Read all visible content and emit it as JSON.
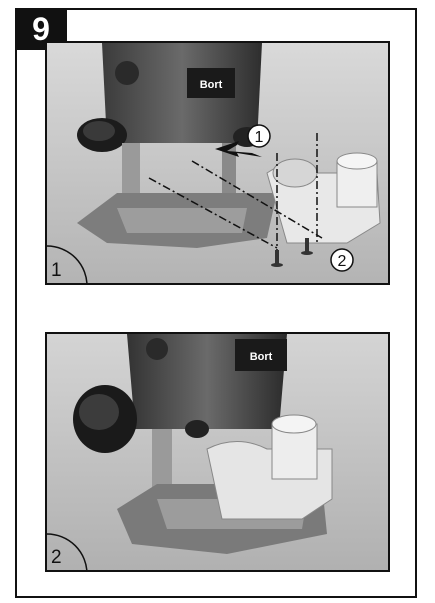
{
  "step_number": "9",
  "panels": [
    {
      "corner_label": "1",
      "brand_logo": "Bort",
      "callouts": [
        "1",
        "2"
      ]
    },
    {
      "corner_label": "2",
      "brand_logo": "Bort"
    }
  ]
}
